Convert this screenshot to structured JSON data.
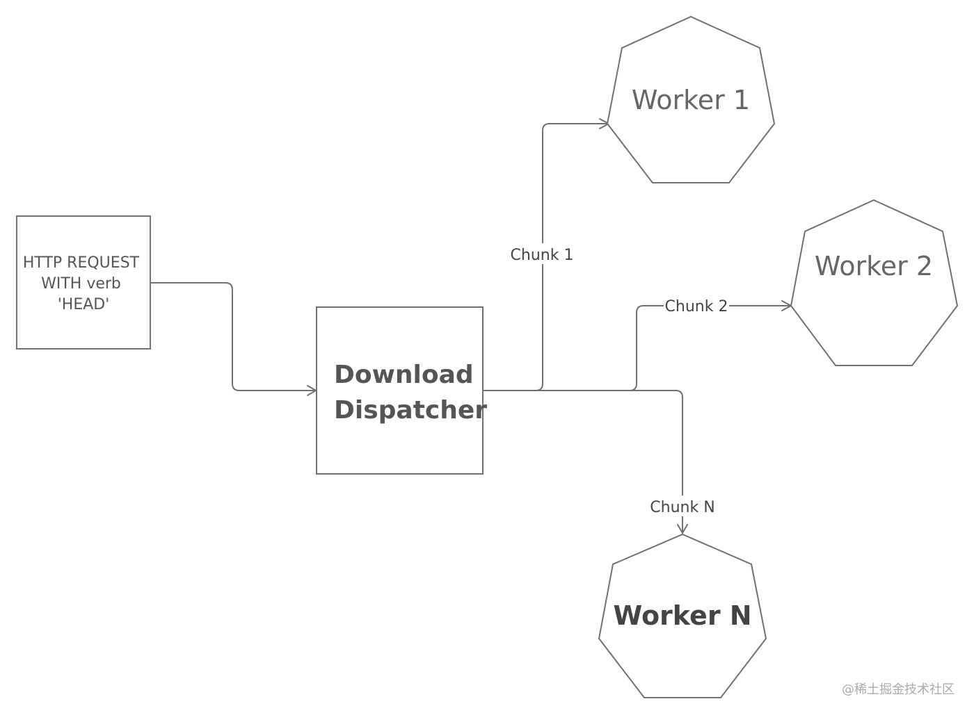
{
  "nodes": {
    "http_request": {
      "lines": [
        "HTTP REQUEST",
        "WITH verb",
        "'HEAD'"
      ]
    },
    "dispatcher": {
      "lines": [
        "Download",
        "Dispatcher"
      ]
    },
    "worker1": {
      "label": "Worker 1"
    },
    "worker2": {
      "label": "Worker 2"
    },
    "workerN": {
      "label": "Worker N"
    }
  },
  "edges": {
    "chunk1": "Chunk 1",
    "chunk2": "Chunk 2",
    "chunkN": "Chunk N"
  },
  "watermark": "@稀土掘金技术社区",
  "colors": {
    "stroke": "#707070",
    "text": "#555555",
    "background": "#ffffff"
  }
}
